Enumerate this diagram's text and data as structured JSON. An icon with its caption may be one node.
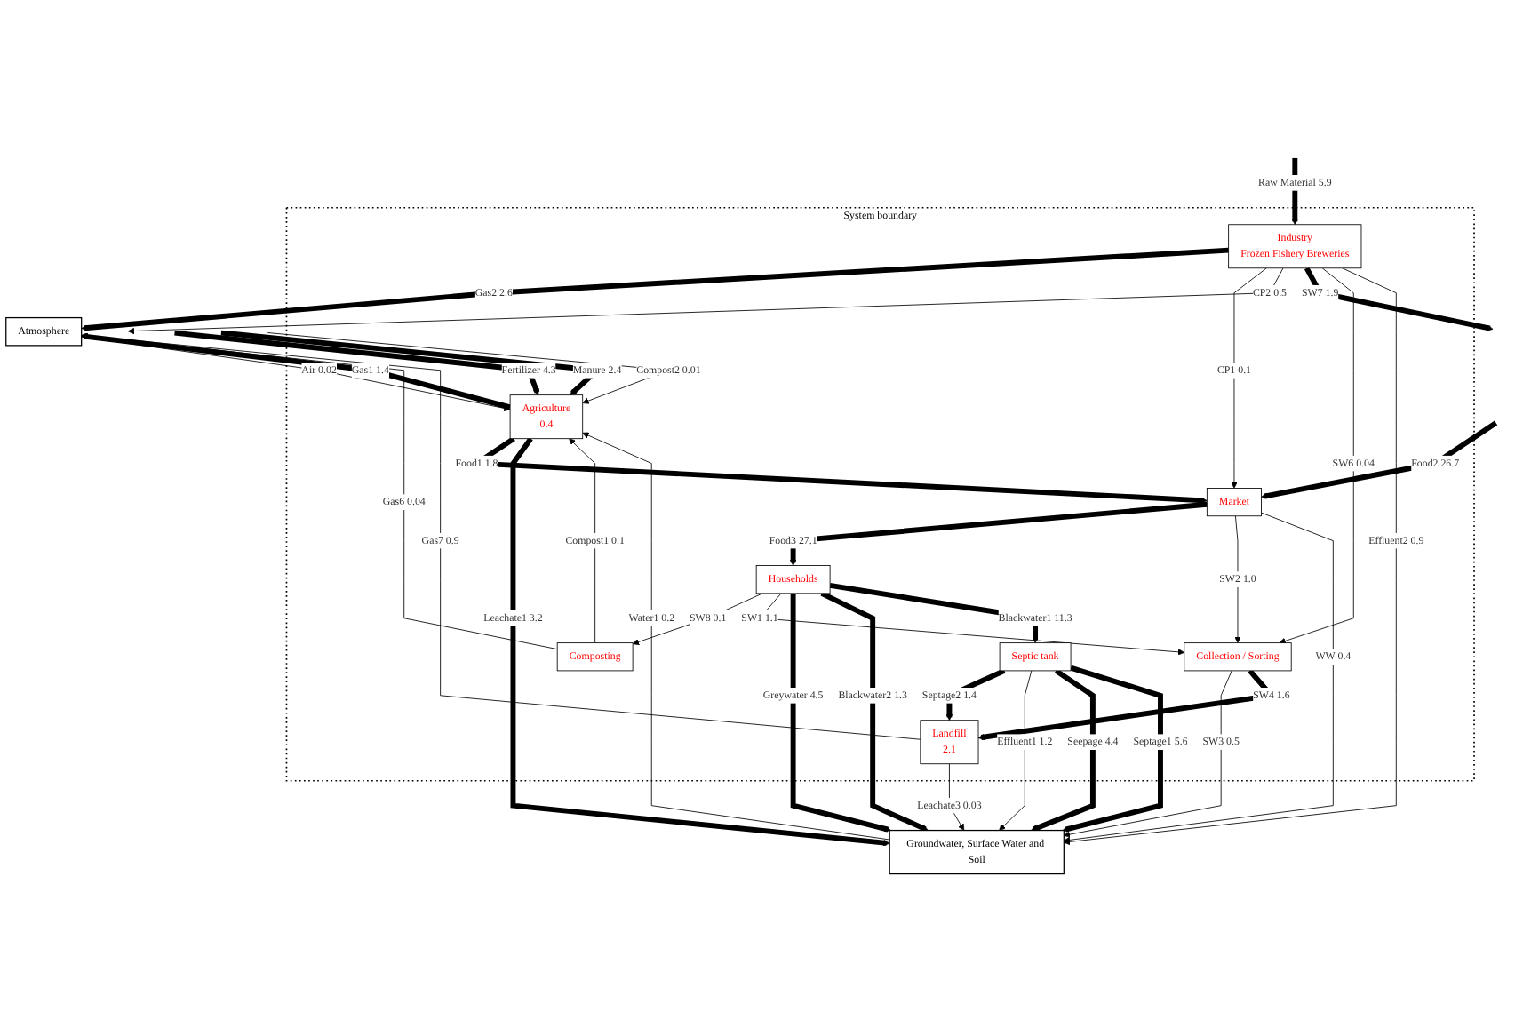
{
  "diagram": {
    "nodes": [
      {
        "text": [
          "Atmosphere"
        ]
      },
      {
        "text": [
          "System boundary"
        ]
      },
      {
        "text": [
          "Agriculture",
          "0.4"
        ],
        "in": 1
      },
      {
        "text": [
          "Households"
        ],
        "in": 1
      },
      {
        "text": [
          "Market"
        ],
        "in": 1
      },
      {
        "text": [
          "Composting"
        ],
        "in": 1
      },
      {
        "text": [
          "Septic tank"
        ],
        "in": 1
      },
      {
        "text": [
          "Industry",
          "Frozen Fishery Breweries"
        ],
        "in": 1
      },
      {
        "text": [
          "Collection / Sorting"
        ],
        "in": 1
      },
      {
        "text": [
          "Landfill",
          "2.1"
        ],
        "in": 1
      },
      {
        "text": [
          "Groundwater, Surface Water and Soil"
        ]
      }
    ],
    "edges": [
      {
        "from": null,
        "to": 2,
        "arrow": "to",
        "label": "Fertilizer 4.3",
        "style": "thick"
      },
      {
        "from": null,
        "to": 2,
        "arrow": "to",
        "label": "Manure 2.4",
        "style": "thick"
      },
      {
        "from": null,
        "to": 2,
        "arrow": "to",
        "label": "Compost2 0.01"
      },
      {
        "from": 0,
        "to": 2,
        "arrow": "to",
        "label": "Air 0.02"
      },
      {
        "from": 2,
        "to": 0,
        "arrow": "to",
        "label": "Gas1 1.4",
        "style": "thick"
      },
      {
        "from": 7,
        "to": 0,
        "arrow": "to",
        "label": "Gas2 2.6",
        "style": "thick"
      },
      {
        "from": 2,
        "to": 4,
        "arrow": "to",
        "label": "Food1 1.8",
        "style": "thick"
      },
      {
        "from": null,
        "to": 4,
        "arrow": "to",
        "label": "Food2 26.7",
        "style": "thick"
      },
      {
        "from": 4,
        "to": 3,
        "arrow": "to",
        "label": "Food3 27.1",
        "style": "thick"
      },
      {
        "from": 3,
        "to": 5,
        "arrow": "to",
        "label": "SW8 0.1"
      },
      {
        "from": 5,
        "to": 2,
        "arrow": "to",
        "label": "Compost1 0.1"
      },
      {
        "from": 5,
        "to": 0,
        "arrow": "to",
        "label": "Gas6 0.04"
      },
      {
        "from": 9,
        "to": 0,
        "arrow": "to",
        "label": "Gas7 0.9"
      },
      {
        "from": 3,
        "to": 8,
        "arrow": "to",
        "label": "SW1 1.1"
      },
      {
        "from": 3,
        "to": 10,
        "arrow": "to",
        "label": "Greywater 4.5",
        "style": "thick"
      },
      {
        "from": 3,
        "to": 10,
        "arrow": "to",
        "label": "Blackwater2 1.3",
        "style": "thick"
      },
      {
        "from": 3,
        "to": 6,
        "arrow": "to",
        "label": "Blackwater1 11.3",
        "style": "thick"
      },
      {
        "from": 4,
        "to": 8,
        "arrow": "to",
        "label": "SW2 1.0"
      },
      {
        "from": null,
        "to": 7,
        "arrow": "to",
        "label": "Raw Material 5.9",
        "style": "thick"
      },
      {
        "from": 7,
        "to": 4,
        "arrow": "to",
        "label": "CP1 0.1"
      },
      {
        "from": 7,
        "to": null,
        "arrow": "to",
        "label": "CP2 0.5"
      },
      {
        "from": 7,
        "to": null,
        "arrow": "to",
        "label": "SW7 1.9",
        "style": "thick"
      },
      {
        "from": 7,
        "to": 8,
        "arrow": "to",
        "label": "SW6 0.04"
      },
      {
        "from": 7,
        "to": 10,
        "arrow": "to",
        "label": "Effluent2 0.9"
      },
      {
        "from": 10,
        "to": 2,
        "arrow": "to",
        "label": "Water1 0.2"
      },
      {
        "from": 2,
        "to": 10,
        "arrow": "to",
        "label": "Leachate1 3.2",
        "style": "thick"
      },
      {
        "from": 4,
        "to": 10,
        "arrow": "to",
        "label": "WW 0.4"
      },
      {
        "from": 8,
        "to": 10,
        "arrow": "to",
        "label": "SW3 0.5"
      },
      {
        "from": 8,
        "to": 9,
        "arrow": "to",
        "label": "SW4 1.6",
        "style": "thick"
      },
      {
        "from": 6,
        "to": 9,
        "arrow": "to",
        "label": "Septage2 1.4",
        "style": "thick"
      },
      {
        "from": 6,
        "to": 10,
        "arrow": "to",
        "label": "Effluent1 1.2"
      },
      {
        "from": 6,
        "to": 10,
        "arrow": "to",
        "label": "Seepage 4.4",
        "style": "thick"
      },
      {
        "from": 6,
        "to": 10,
        "arrow": "to",
        "label": "Septage1 5.6",
        "style": "thick"
      },
      {
        "from": 9,
        "to": 10,
        "arrow": "to",
        "label": "Leachate3 0.03"
      }
    ]
  }
}
